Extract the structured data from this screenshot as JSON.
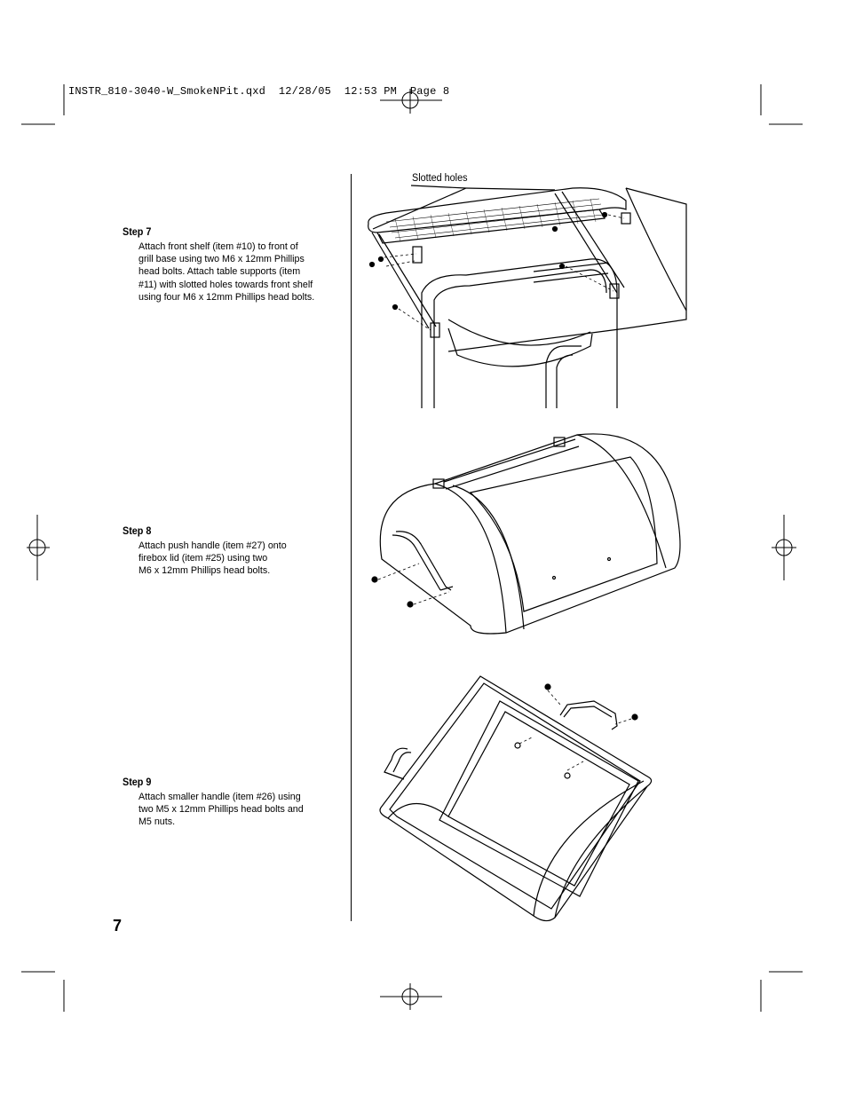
{
  "header": {
    "slug": "INSTR_810-3040-W_SmokeNPit.qxd  12/28/05  12:53 PM  Page 8"
  },
  "steps": [
    {
      "title": "Step 7",
      "lines": [
        "Attach front shelf (item #10) to front of",
        "grill base using two M6 x 12mm Phillips",
        "head bolts. Attach table supports (item",
        "#11) with slotted holes towards front shelf",
        "using four M6 x 12mm Phillips head bolts."
      ]
    },
    {
      "title": "Step 8",
      "lines": [
        "Attach push handle (item #27) onto",
        "firebox lid (item #25) using two",
        "M6 x 12mm Phillips head bolts."
      ]
    },
    {
      "title": "Step 9",
      "lines": [
        "Attach smaller handle (item #26) using",
        "two M5 x 12mm Phillips head bolts and",
        "M5 nuts."
      ]
    }
  ],
  "figure1": {
    "callout": "Slotted holes"
  },
  "footer": {
    "page_number": "7"
  }
}
